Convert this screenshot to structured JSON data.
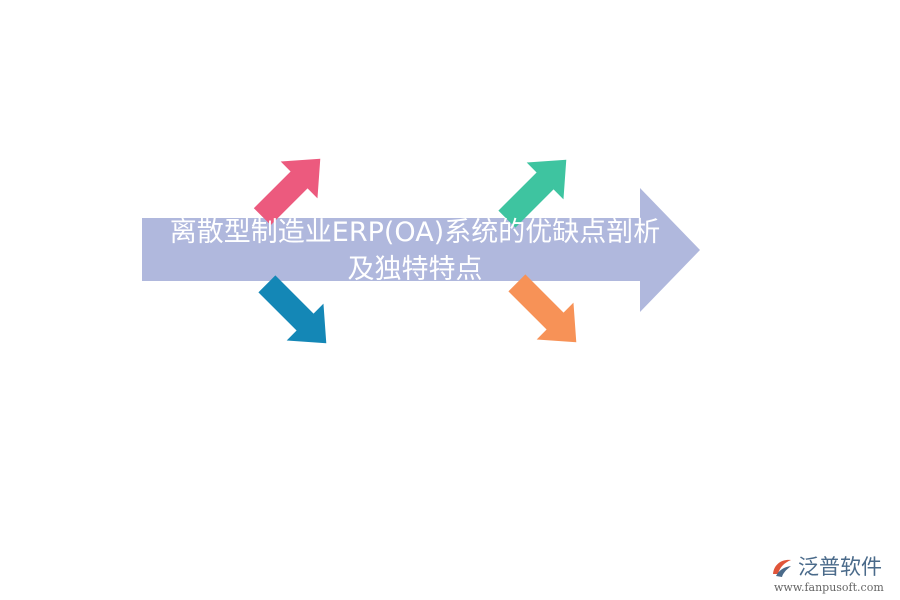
{
  "title": {
    "line1": "离散型制造业ERP(OA)系统的优缺点剖析",
    "line2": "及独特特点"
  },
  "colors": {
    "main_arrow": "#b0b8dd",
    "arrow_top_left": "#ec5a7e",
    "arrow_top_right": "#3ec4a0",
    "arrow_bottom_left": "#1487b6",
    "arrow_bottom_right": "#f79257"
  },
  "icons": {
    "main_arrow": "right-arrow-icon",
    "top_left": "arrow-up-right-icon",
    "top_right": "arrow-up-right-icon",
    "bottom_left": "arrow-down-right-icon",
    "bottom_right": "arrow-down-right-icon"
  },
  "logo": {
    "name": "泛普软件",
    "url": "www.fanpusoft.com"
  }
}
